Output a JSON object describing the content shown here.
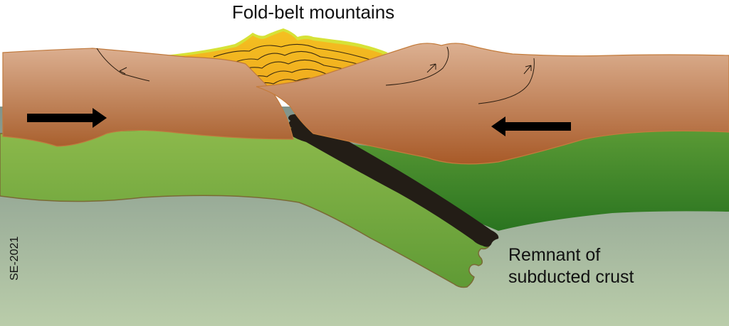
{
  "diagram": {
    "title": "Fold-belt mountains",
    "remnant_label": [
      "Remnant of",
      "subducted crust"
    ],
    "credit": "SE-2021",
    "colors": {
      "continental_crust_light": "#dcae8d",
      "continental_crust_dark": "#a65a2c",
      "lithosphere_light": "#8cb84a",
      "lithosphere_dark": "#2f7a22",
      "mantle_top": "#6e7f80",
      "mantle_bottom": "#b8ccaa",
      "fold_belt": "#f2b823",
      "fold_belt_edge": "#d4e030",
      "subducted_slab": "#231d16",
      "arrow": "#000000"
    },
    "arrows": [
      {
        "name": "left-plate-arrow",
        "direction": "right"
      },
      {
        "name": "right-plate-arrow",
        "direction": "left"
      }
    ]
  }
}
